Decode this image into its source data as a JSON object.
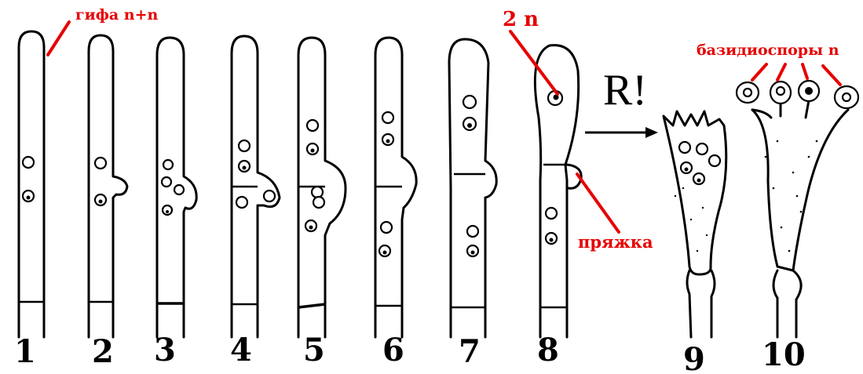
{
  "labels": {
    "hypha": "гифа  n+n",
    "diploid": "2 n",
    "clamp": "пряжка",
    "basidiospores": "базидиоспоры n",
    "meiosis": "R!"
  },
  "stages": [
    "1",
    "2",
    "3",
    "4",
    "5",
    "6",
    "7",
    "8",
    "9",
    "10"
  ],
  "colors": {
    "annotation": "#e60000",
    "ink": "#000000"
  }
}
